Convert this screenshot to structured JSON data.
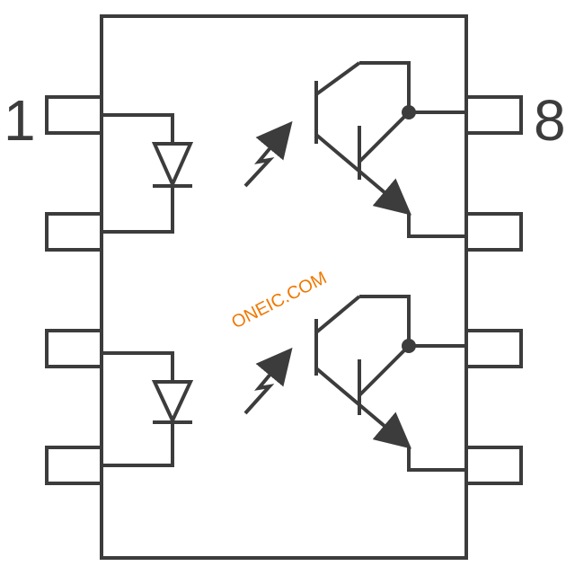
{
  "pins": {
    "first_label": "1",
    "last_label": "8"
  },
  "watermark": {
    "text": "ONEIC.COM"
  },
  "colors": {
    "line": "#3c3c3c",
    "watermark": "#f07800",
    "background": "#ffffff"
  },
  "diagram": {
    "channels": 2,
    "components": [
      "led-diode",
      "light-arrow",
      "npn-phototransistor"
    ]
  }
}
